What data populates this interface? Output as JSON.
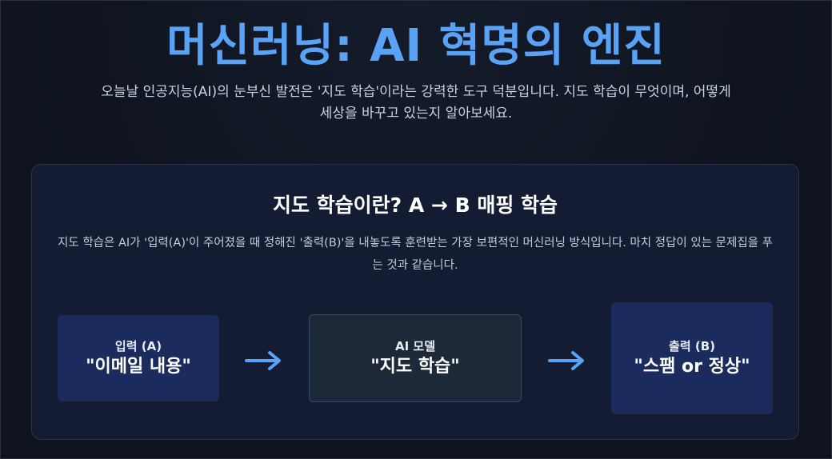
{
  "header": {
    "title": "머신러닝: AI 혁명의 엔진",
    "intro": "오늘날 인공지능(AI)의 눈부신 발전은 '지도 학습'이라는 강력한 도구 덕분입니다. 지도 학습이 무엇이며, 어떻게 세상을 바꾸고 있는지 알아보세요."
  },
  "section": {
    "title": "지도 학습이란? A → B 매핑 학습",
    "description": "지도 학습은 AI가 '입력(A)'이 주어졌을 때 정해진 '출력(B)'을 내놓도록 훈련받는 가장 보편적인 머신러닝 방식입니다. 마치 정답이 있는 문제집을 푸는 것과 같습니다."
  },
  "flow": {
    "input": {
      "caption": "입력 (A)",
      "value": "\"이메일 내용\""
    },
    "model": {
      "caption": "AI 모델",
      "value": "\"지도 학습\""
    },
    "output": {
      "caption": "출력 (B)",
      "value": "\"스팸 or 정상\""
    },
    "arrow_icon": "arrow-right-icon"
  },
  "colors": {
    "accent": "#5aa2f5",
    "background": "#0f1420",
    "card": "#131c32",
    "io_box": "#1c2b5e",
    "model_box": "#1d2838"
  }
}
